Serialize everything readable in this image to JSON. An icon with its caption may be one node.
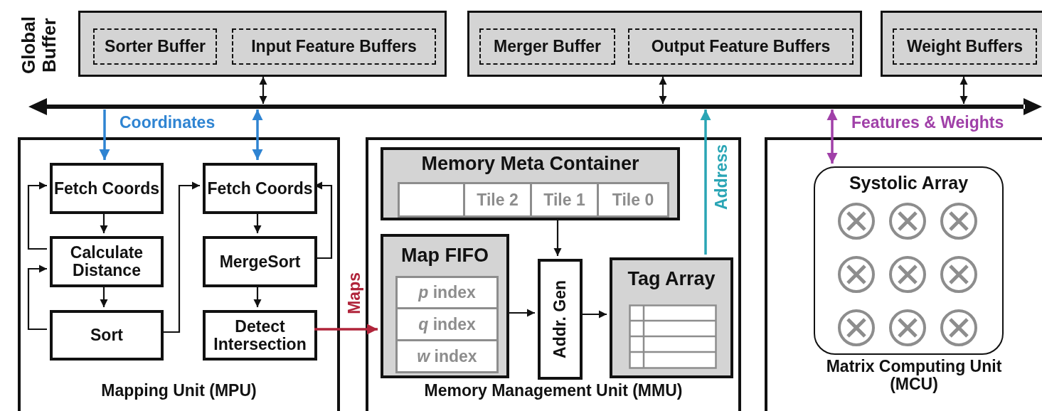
{
  "diagram": {
    "nodes": [
      {
        "text": [],
        "shape": "box"
      },
      {
        "text": [
          "Sorter Buffer"
        ],
        "in": 0
      },
      {
        "text": [
          "Input Feature Buffers"
        ],
        "in": 0
      },
      {
        "text": [],
        "shape": "box"
      },
      {
        "text": [
          "Merger Buffer"
        ],
        "in": 3
      },
      {
        "text": [
          "Output Feature Buffers"
        ],
        "in": 3
      },
      {
        "text": [],
        "shape": "box"
      },
      {
        "text": [
          "Weight Buffers"
        ],
        "in": 6
      },
      {
        "text": [],
        "shape": "bar"
      },
      {
        "text": [
          "Mapping Unit (MPU)"
        ]
      },
      {
        "text": [
          "Fetch Coords"
        ],
        "in": 9
      },
      {
        "text": [
          "Calculate Distance"
        ],
        "in": 9
      },
      {
        "text": [
          "Sort"
        ],
        "in": 9
      },
      {
        "text": [
          "Fetch Coords"
        ],
        "in": 9
      },
      {
        "text": [
          "MergeSort"
        ],
        "in": 9
      },
      {
        "text": [
          "Detect Intersection"
        ],
        "in": 9
      },
      {
        "text": [
          "Memory Management Unit (MMU)"
        ]
      },
      {
        "text": [
          "Memory Meta Container"
        ],
        "in": 16
      },
      {
        "text": [],
        "shape": "box",
        "in": 17
      },
      {
        "text": [
          "Tile 2"
        ],
        "in": 17
      },
      {
        "text": [
          "Tile 1"
        ],
        "in": 17
      },
      {
        "text": [
          "Tile 0"
        ],
        "in": 17
      },
      {
        "text": [
          "Map FIFO"
        ],
        "in": 16
      },
      {
        "text": [
          "*p* index"
        ],
        "in": 22
      },
      {
        "text": [
          "*q* index"
        ],
        "in": 22
      },
      {
        "text": [
          "*w* index"
        ],
        "in": 22
      },
      {
        "text": [
          "Addr. Gen"
        ],
        "in": 16
      },
      {
        "text": [
          "Tag Array"
        ],
        "in": 16
      },
      {
        "text": [
          "Matrix Computing Unit (MCU)"
        ]
      },
      {
        "text": [
          "Systolic Array"
        ],
        "in": 28
      }
    ],
    "edges": [
      {
        "from": 0,
        "to": 8,
        "arrow": "both"
      },
      {
        "from": 3,
        "to": 8,
        "arrow": "both"
      },
      {
        "from": 6,
        "to": 8,
        "arrow": "both"
      },
      {
        "from": 8,
        "to": 10,
        "arrow": "to",
        "color": "#2f84d2"
      },
      {
        "from": 8,
        "to": 13,
        "arrow": "both",
        "color": "#2f84d2",
        "label": "Coordinates"
      },
      {
        "from": 10,
        "to": 11,
        "arrow": "to"
      },
      {
        "from": 11,
        "to": 10,
        "arrow": "to"
      },
      {
        "from": 11,
        "to": 12,
        "arrow": "to"
      },
      {
        "from": 12,
        "to": 11,
        "arrow": "to"
      },
      {
        "from": 12,
        "to": 13,
        "arrow": "to"
      },
      {
        "from": 13,
        "to": 14,
        "arrow": "to"
      },
      {
        "from": 14,
        "to": 13,
        "arrow": "to"
      },
      {
        "from": 14,
        "to": 15,
        "arrow": "to"
      },
      {
        "from": 15,
        "to": 22,
        "arrow": "to",
        "color": "#b0243a",
        "label": "Maps"
      },
      {
        "from": 17,
        "to": 26,
        "arrow": "to"
      },
      {
        "from": 22,
        "to": 26,
        "arrow": "to"
      },
      {
        "from": 26,
        "to": 27,
        "arrow": "to"
      },
      {
        "from": 27,
        "to": 8,
        "arrow": "to",
        "color": "#2aa5b5",
        "label": "Address"
      },
      {
        "from": 8,
        "to": 29,
        "arrow": "both",
        "color": "#a040a8",
        "label": "Features & Weights"
      }
    ],
    "labels": [
      "Global Buffer"
    ]
  }
}
